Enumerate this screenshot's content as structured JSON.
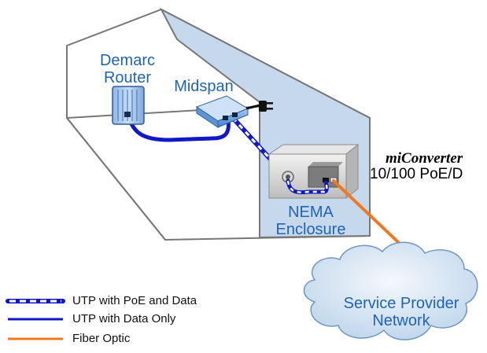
{
  "devices": {
    "demarc_router": [
      "Demarc",
      "Router"
    ],
    "midspan": "Midspan",
    "converter_model": "miConverter",
    "converter_variant": "10/100 PoE/D",
    "enclosure": [
      "NEMA",
      "Enclosure"
    ],
    "cloud": [
      "Service Provider",
      "Network"
    ]
  },
  "legend": [
    {
      "style": "utp-poe-data",
      "label": "UTP with PoE and Data"
    },
    {
      "style": "utp-data",
      "label": "UTP with Data Only"
    },
    {
      "style": "fiber",
      "label": "Fiber Optic"
    }
  ],
  "colors": {
    "label_blue": "#1f64b4",
    "utp_blue": "#1018c8",
    "fiber_orange": "#f07820",
    "wall_fill": "#c6d9ec"
  }
}
